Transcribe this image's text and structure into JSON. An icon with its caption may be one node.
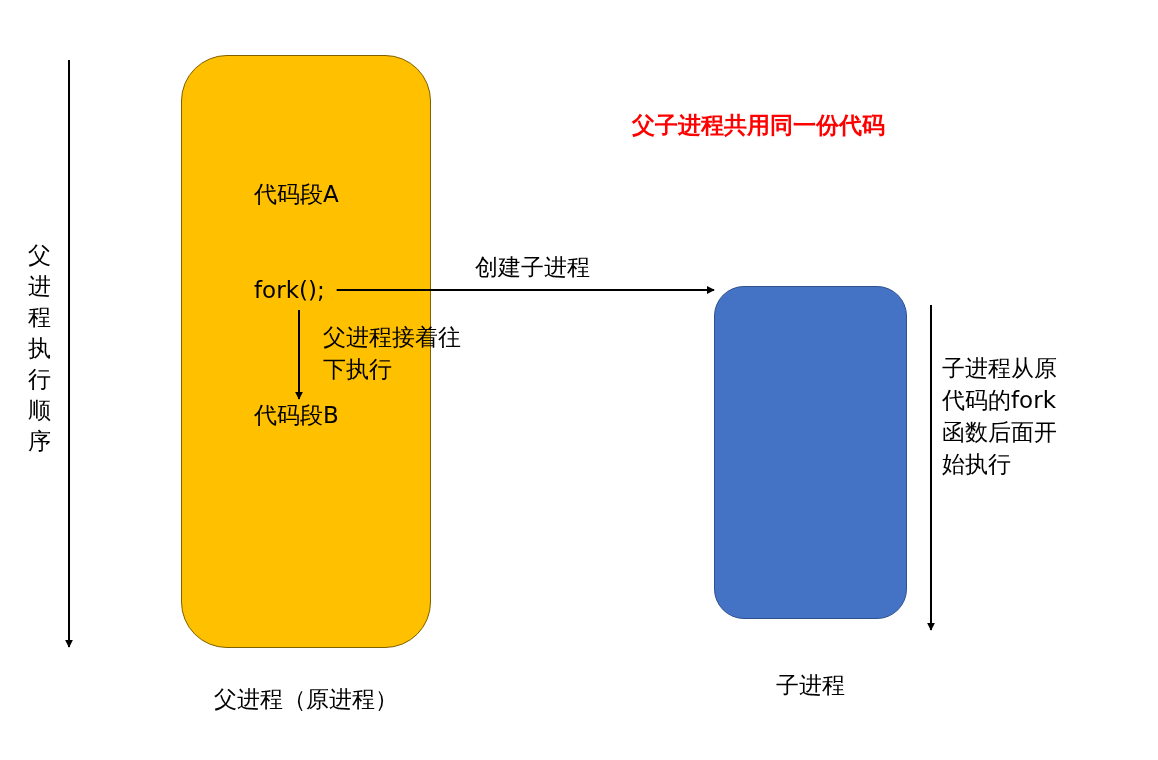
{
  "diagram": {
    "title": "父子进程共用同一份代码",
    "nodes": [
      {
        "text": [
          "父进程（原进程）"
        ]
      },
      {
        "text": [
          "fork();"
        ],
        "in": 0
      },
      {
        "text": [
          "代码段B"
        ],
        "in": 0
      },
      {
        "text": [
          "子进程"
        ]
      }
    ],
    "edges": [
      {
        "from": 1,
        "to": 3,
        "arrow": "to",
        "label": "创建子进程"
      },
      {
        "from": 1,
        "to": 2,
        "arrow": "to",
        "label": "父进程接着往下执行"
      }
    ],
    "labels": [
      "代码段A",
      "父进程执行顺序",
      "子进程从原代码的fork函数后面开始执行"
    ]
  }
}
